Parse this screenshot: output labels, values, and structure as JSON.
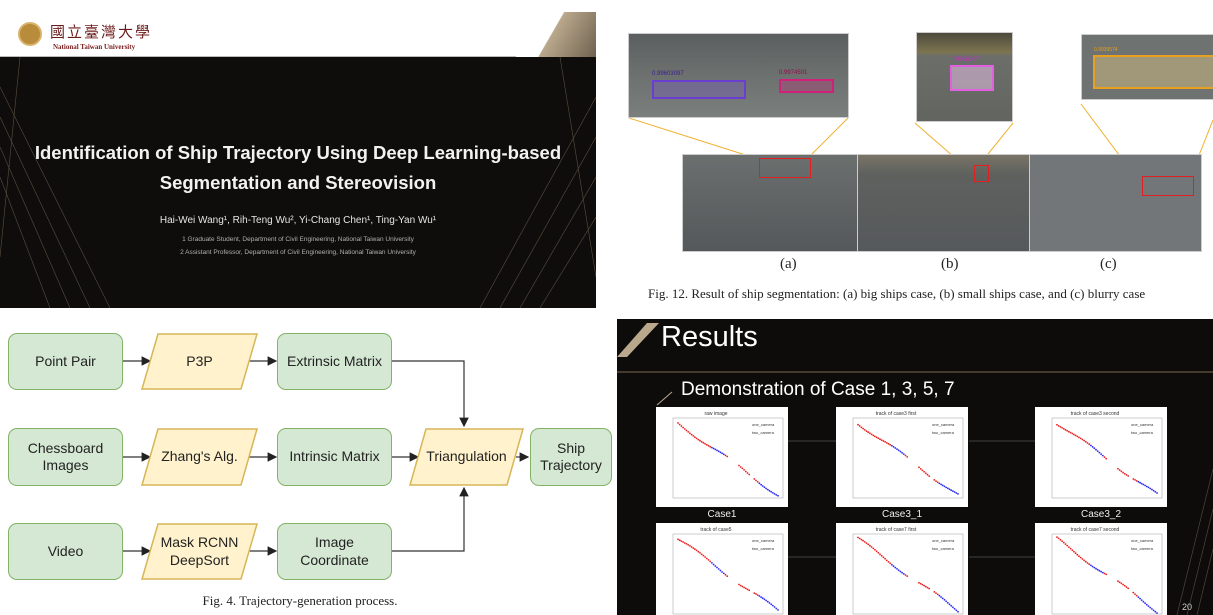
{
  "title_slide": {
    "logo_chinese": "國立臺灣大學",
    "logo_english": "National Taiwan University",
    "title_line1": "Identification of Ship Trajectory Using Deep Learning-based",
    "title_line2": "Segmentation and Stereovision",
    "authors": "Hai-Wei Wang¹, Rih-Teng Wu², Yi-Chang Chen¹, Ting-Yan Wu¹",
    "affiliation1": "1 Graduate Student, Department of Civil Engineering, National Taiwan University",
    "affiliation2": "2 Assistant Professor, Department of Civil Engineering, National Taiwan University"
  },
  "segmentation_figure": {
    "labels": [
      "(a)",
      "(b)",
      "(c)"
    ],
    "scores": [
      "0.99603097",
      "0.9974501",
      "0.9996357",
      "0.9939574"
    ],
    "caption": "Fig. 12. Result of ship segmentation: (a) big ships case, (b) small ships case, and (c) blurry case",
    "colors": {
      "box_red": "#e02020",
      "box_purple": "#6a3fd0",
      "box_magenta": "#d0207a",
      "box_pink": "#e060e0",
      "box_orange": "#e8a020"
    }
  },
  "flowchart": {
    "nodes": {
      "point_pair": "Point Pair",
      "p3p": "P3P",
      "extrinsic": "Extrinsic Matrix",
      "chessboard": "Chessboard Images",
      "zhang": "Zhang's Alg.",
      "intrinsic": "Intrinsic Matrix",
      "triangulation": "Triangulation",
      "ship_traj": "Ship Trajectory",
      "video": "Video",
      "mask_rcnn": "Mask RCNN DeepSort",
      "image_coord": "Image Coordinate"
    },
    "caption": "Fig. 4. Trajectory-generation process.",
    "colors": {
      "process_fill": "#d5e8d4",
      "process_stroke": "#82b366",
      "algo_fill": "#fff2cc",
      "algo_stroke": "#d6b656"
    }
  },
  "results_slide": {
    "title": "Results",
    "subtitle": "Demonstration of Case 1, 3, 5, 7",
    "page_number": "20",
    "legend": [
      "one_camera",
      "two_camera"
    ],
    "plots": [
      {
        "title": "raw image",
        "label": "Case1"
      },
      {
        "title": "track of case3 first",
        "label": "Case3_1"
      },
      {
        "title": "track of case3 second",
        "label": "Case3_2"
      },
      {
        "title": "track of case5",
        "label": ""
      },
      {
        "title": "track of case7 first",
        "label": ""
      },
      {
        "title": "track of case7 second",
        "label": ""
      }
    ]
  }
}
